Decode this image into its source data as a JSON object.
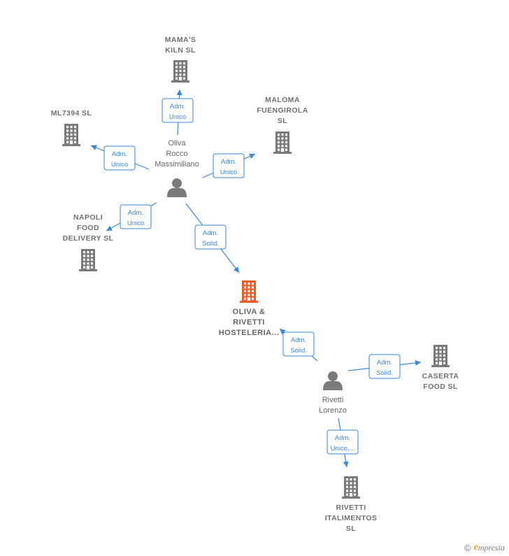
{
  "colors": {
    "edge": "#3b86d6",
    "node": "#7a7a7a",
    "focus_node": "#f05a28"
  },
  "nodes": {
    "mamas_kiln": {
      "lines": [
        "MAMA'S",
        "KILN  SL"
      ],
      "kind": "company",
      "icon": "building-icon"
    },
    "ml7394": {
      "lines": [
        "ML7394  SL"
      ],
      "kind": "company",
      "icon": "building-icon"
    },
    "maloma": {
      "lines": [
        "MALOMA",
        "FUENGIROLA",
        "SL"
      ],
      "kind": "company",
      "icon": "building-icon"
    },
    "napoli": {
      "lines": [
        "NAPOLI",
        "FOOD",
        "DELIVERY  SL"
      ],
      "kind": "company",
      "icon": "building-icon"
    },
    "oliva_rivetti": {
      "lines": [
        "OLIVA &",
        "RIVETTI",
        "HOSTELERIA..."
      ],
      "kind": "focus",
      "icon": "building-icon"
    },
    "caserta": {
      "lines": [
        "CASERTA",
        "FOOD  SL"
      ],
      "kind": "company",
      "icon": "building-icon"
    },
    "rivetti_ital": {
      "lines": [
        "RIVETTI",
        "ITALIMENTOS",
        "SL"
      ],
      "kind": "company",
      "icon": "building-icon"
    },
    "oliva_person": {
      "lines": [
        "Oliva",
        "Rocco",
        "Massimiliano"
      ],
      "kind": "person",
      "icon": "person-icon"
    },
    "rivetti_person": {
      "lines": [
        "Rivetti",
        "Lorenzo"
      ],
      "kind": "person",
      "icon": "person-icon"
    }
  },
  "edges": [
    {
      "from": "oliva_person",
      "to": "mamas_kiln",
      "label": [
        "Adm.",
        "Unico"
      ]
    },
    {
      "from": "oliva_person",
      "to": "ml7394",
      "label": [
        "Adm.",
        "Unico"
      ]
    },
    {
      "from": "oliva_person",
      "to": "maloma",
      "label": [
        "Adm.",
        "Unico"
      ]
    },
    {
      "from": "oliva_person",
      "to": "napoli",
      "label": [
        "Adm.",
        "Unico"
      ]
    },
    {
      "from": "oliva_person",
      "to": "oliva_rivetti",
      "label": [
        "Adm.",
        "Solid."
      ]
    },
    {
      "from": "rivetti_person",
      "to": "oliva_rivetti",
      "label": [
        "Adm.",
        "Solid."
      ]
    },
    {
      "from": "rivetti_person",
      "to": "caserta",
      "label": [
        "Adm.",
        "Solid."
      ]
    },
    {
      "from": "rivetti_person",
      "to": "rivetti_ital",
      "label": [
        "Adm.",
        "Unico,..."
      ]
    }
  ],
  "footer": {
    "copyright": "©",
    "brand_initial": "e",
    "brand_rest": "mpresia"
  }
}
